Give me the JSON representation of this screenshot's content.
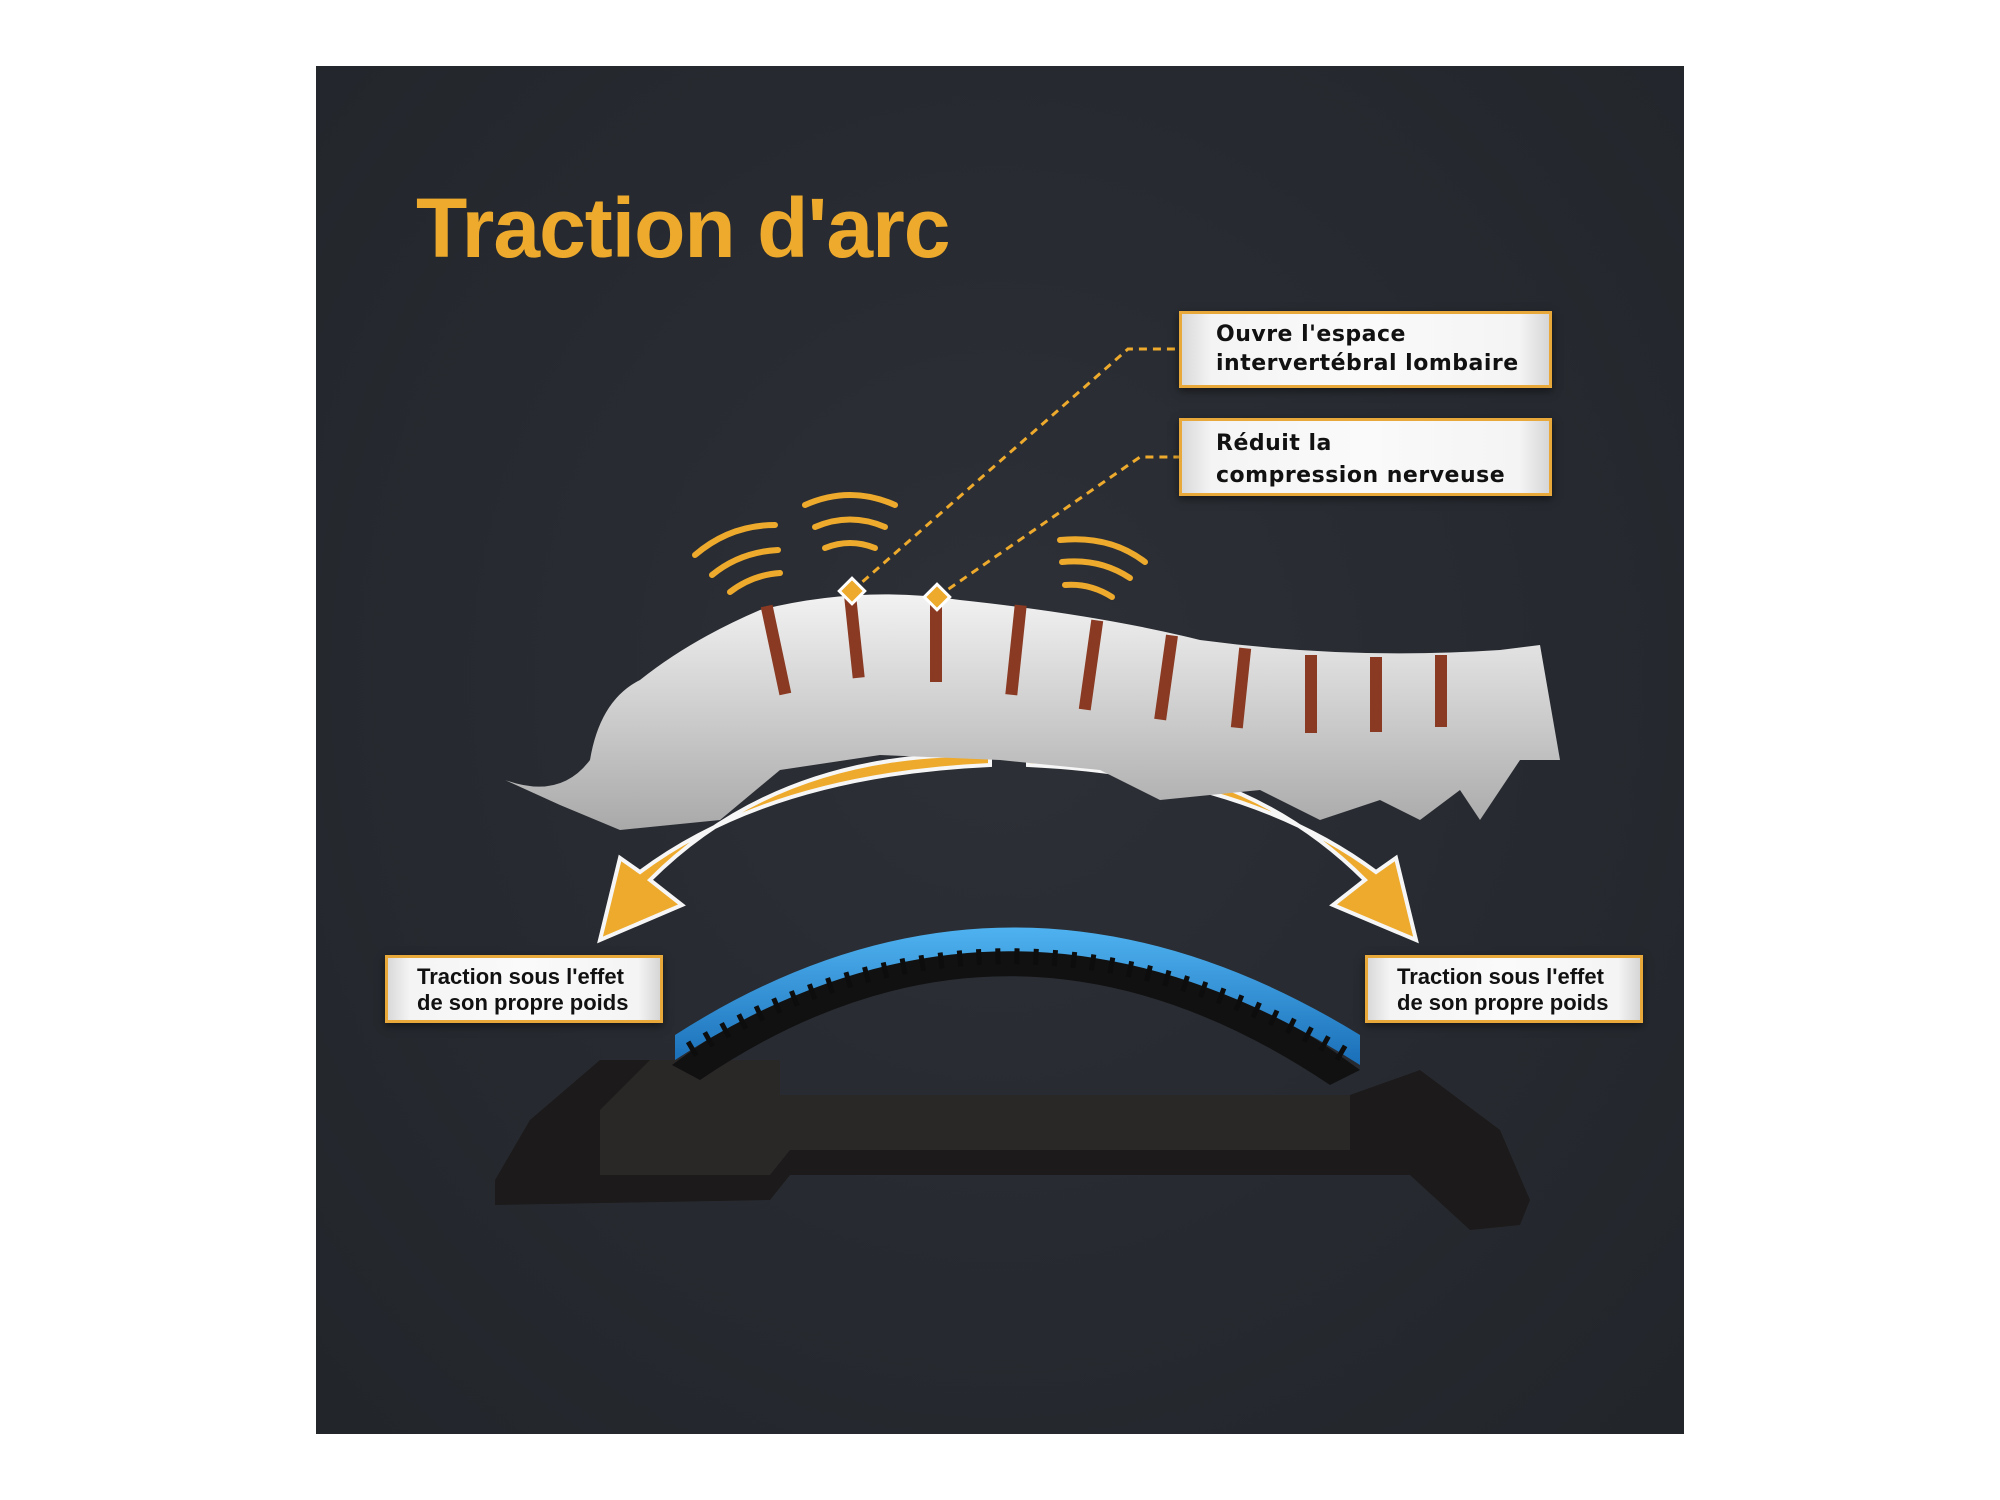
{
  "title": "Traction d'arc",
  "callouts": {
    "top1": {
      "line1": "Ouvre l'espace",
      "line2": "intervertébral lombaire"
    },
    "top2": {
      "line1": "Réduit la",
      "line2": "compression nerveuse"
    },
    "left": {
      "line1": "Traction sous l'effet",
      "line2": "de son propre poids"
    },
    "right": {
      "line1": "Traction sous l'effet",
      "line2": "de son propre poids"
    }
  },
  "colors": {
    "accent": "#eeaa2c",
    "background": "#272a30",
    "device_blue": "#2a8fd8",
    "disc": "#8a3a22"
  }
}
